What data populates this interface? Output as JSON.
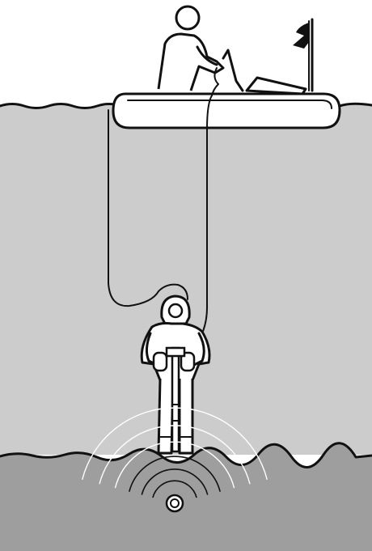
{
  "colors": {
    "background": "#ffffff",
    "water": "#cccccc",
    "seabed": "#9e9e9e",
    "outline": "#111111",
    "boat_fill": "#ffffff",
    "signal_waves": "#ffffff"
  },
  "scene": {
    "elements": [
      "dinghy",
      "boat-operator",
      "dive-flag",
      "diver",
      "umbilical-line",
      "tether-line",
      "handheld-detector",
      "detection-signal-waves",
      "buried-target"
    ]
  }
}
